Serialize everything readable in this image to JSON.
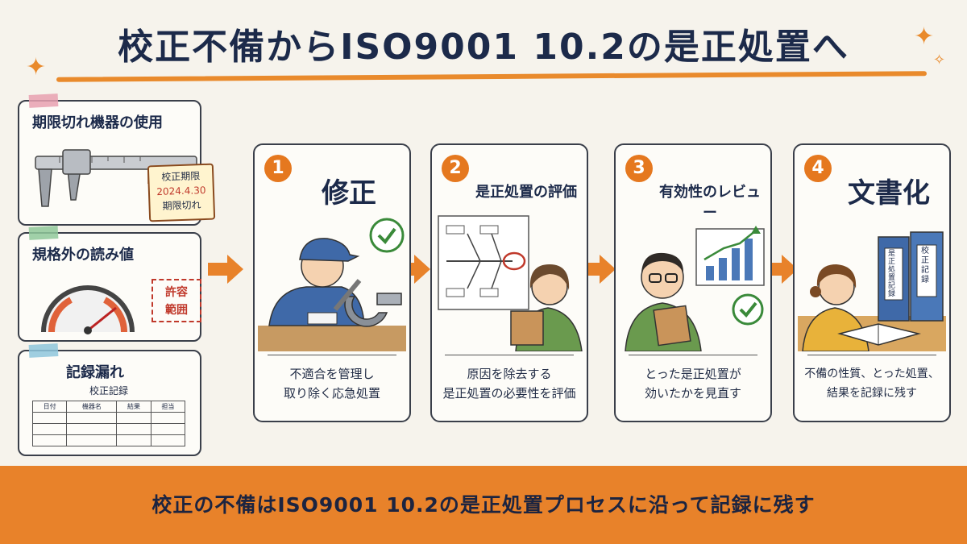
{
  "title": "校正不備からISO9001 10.2の是正処置へ",
  "problems": [
    {
      "title": "期限切れ機器の使用",
      "tag_title": "校正期限",
      "tag_date": "2024.4.30",
      "tag_status": "期限切れ"
    },
    {
      "title": "規格外の読み値",
      "tolerance_line1": "許容",
      "tolerance_line2": "範囲"
    },
    {
      "title": "記録漏れ",
      "table_title": "校正記録",
      "table_headers": [
        "日付",
        "機器名",
        "結果",
        "担当"
      ]
    }
  ],
  "steps": [
    {
      "number": "1",
      "title": "修正",
      "desc_line1": "不適合を管理し",
      "desc_line2": "取り除く応急処置"
    },
    {
      "number": "2",
      "title": "是正処置の評価",
      "desc_line1": "原因を除去する",
      "desc_line2": "是正処置の必要性を評価"
    },
    {
      "number": "3",
      "title": "有効性のレビュー",
      "desc_line1": "とった是正処置が",
      "desc_line2": "効いたかを見直す"
    },
    {
      "number": "4",
      "title": "文書化",
      "desc_line1": "不備の性質、とった処置、",
      "desc_line2": "結果を記録に残す",
      "binder1": "是正処置記録",
      "binder2": "校正記録"
    }
  ],
  "banner": "校正の不備はISO9001 10.2の是正処置プロセスに沿って記録に残す",
  "colors": {
    "accent": "#e8822a",
    "navy": "#1c2a4a",
    "check_green": "#3a8a3a",
    "alert_red": "#c0392b"
  }
}
